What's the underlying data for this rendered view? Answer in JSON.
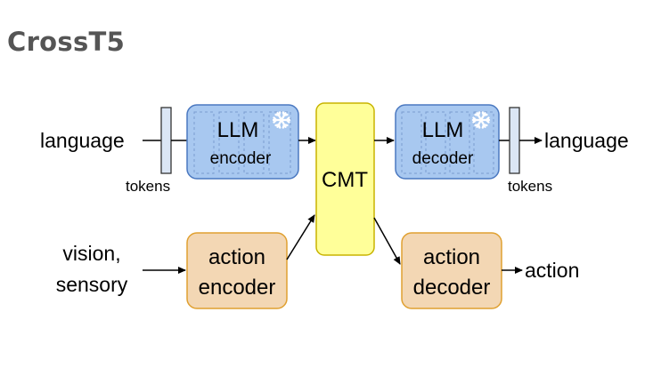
{
  "title": "CrossT5",
  "inputs": {
    "language": "language",
    "vision_line1": "vision,",
    "vision_line2": "sensory"
  },
  "outputs": {
    "language": "language",
    "action": "action"
  },
  "tokens_left": "tokens",
  "tokens_right": "tokens",
  "llm_encoder": {
    "line1": "LLM",
    "line2": "encoder",
    "frozen_icon": "snowflake-icon"
  },
  "llm_decoder": {
    "line1": "LLM",
    "line2": "decoder",
    "frozen_icon": "snowflake-icon"
  },
  "cmt": {
    "label": "CMT"
  },
  "action_encoder": {
    "line1": "action",
    "line2": "encoder"
  },
  "action_decoder": {
    "line1": "action",
    "line2": "decoder"
  },
  "colors": {
    "llm_fill": "#a8c8f0",
    "llm_stroke": "#4a78c0",
    "cmt_fill": "#ffff99",
    "cmt_stroke": "#c8b400",
    "action_fill": "#f3d7b4",
    "action_stroke": "#e0a030",
    "token_fill": "#dbe6f5",
    "title": "#555555"
  }
}
